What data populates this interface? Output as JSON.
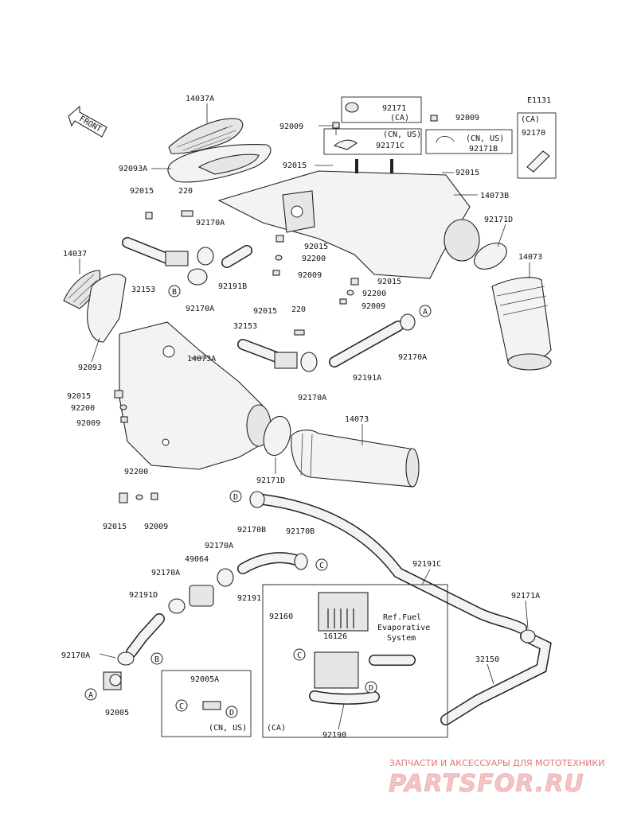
{
  "diagram_code": "E1131",
  "front_label": "FRONT",
  "callouts": {
    "p14037A": "14037A",
    "p92171_top": "92171",
    "p92171_top_ca": "(CA)",
    "p92009_a": "92009",
    "p92009_b": "92009",
    "cn_us_a": "(CN, US)",
    "p92171C": "92171C",
    "cn_us_b": "(CN, US)",
    "p92171B": "92171B",
    "ca_box": "(CA)",
    "p92170_box": "92170",
    "p92093A": "92093A",
    "p92015_a": "92015",
    "p92015_b": "92015",
    "p14073B": "14073B",
    "p92015_c": "92015",
    "p220_a": "220",
    "p92170A_a": "92170A",
    "p92171D_a": "92171D",
    "p14073_a": "14073",
    "p14037": "14037",
    "p92015_d": "92015",
    "p92200_a": "92200",
    "p32153_a": "32153",
    "p92191B": "92191B",
    "p92009_c": "92009",
    "p92015_e": "92015",
    "p92200_b": "92200",
    "p92170A_b": "92170A",
    "p92009_d": "92009",
    "p92015_f": "92015",
    "p220_b": "220",
    "p32153_b": "32153",
    "p92093": "92093",
    "p14073A": "14073A",
    "p92170A_c": "92170A",
    "p92191A": "92191A",
    "p92170A_d": "92170A",
    "p92015_g": "92015",
    "p92200_c": "92200",
    "p92009_e": "92009",
    "p14073_b": "14073",
    "p92171D_b": "92171D",
    "p92200_d": "92200",
    "p92015_h": "92015",
    "p92009_f": "92009",
    "p92170B_a": "92170B",
    "p92170B_b": "92170B",
    "p92170A_e": "92170A",
    "p49064": "49064",
    "p92170A_f": "92170A",
    "p92191C": "92191C",
    "p92191D": "92191D",
    "p92191": "92191",
    "p92160": "92160",
    "p16126": "16126",
    "p92171A": "92171A",
    "p92170A_g": "92170A",
    "p32150": "32150",
    "p92005A": "92005A",
    "p92005": "92005",
    "cn_us_c": "(CN, US)",
    "ca_c": "(CA)",
    "p92190": "92190"
  },
  "ref_note": [
    "Ref.Fuel",
    "Evaporative",
    "System"
  ],
  "markers": {
    "A": "A",
    "B": "B",
    "C": "C",
    "D": "D"
  },
  "watermark": {
    "tagline": "ЗАПЧАСТИ И АКСЕССУАРЫ ДЛЯ МОТОТЕХНИКИ",
    "brand": "PARTSFOR.RU"
  }
}
